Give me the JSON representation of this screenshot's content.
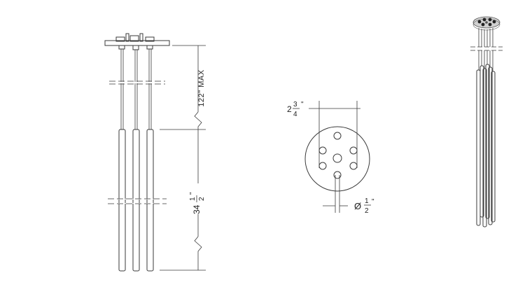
{
  "side_view": {
    "height_label": "122\" MAX",
    "length_label_whole": "34",
    "length_label_num": "1",
    "length_label_den": "2",
    "length_label_inch": "\""
  },
  "plan_view": {
    "width_label_whole": "2",
    "width_label_num": "3",
    "width_label_den": "4",
    "width_label_inch": "\"",
    "diameter_symbol": "Ø",
    "diameter_num": "1",
    "diameter_den": "2",
    "diameter_inch": "\""
  },
  "colors": {
    "line": "#3a3a3a",
    "canopy_fill": "#d0d0d0",
    "background": "#ffffff"
  }
}
